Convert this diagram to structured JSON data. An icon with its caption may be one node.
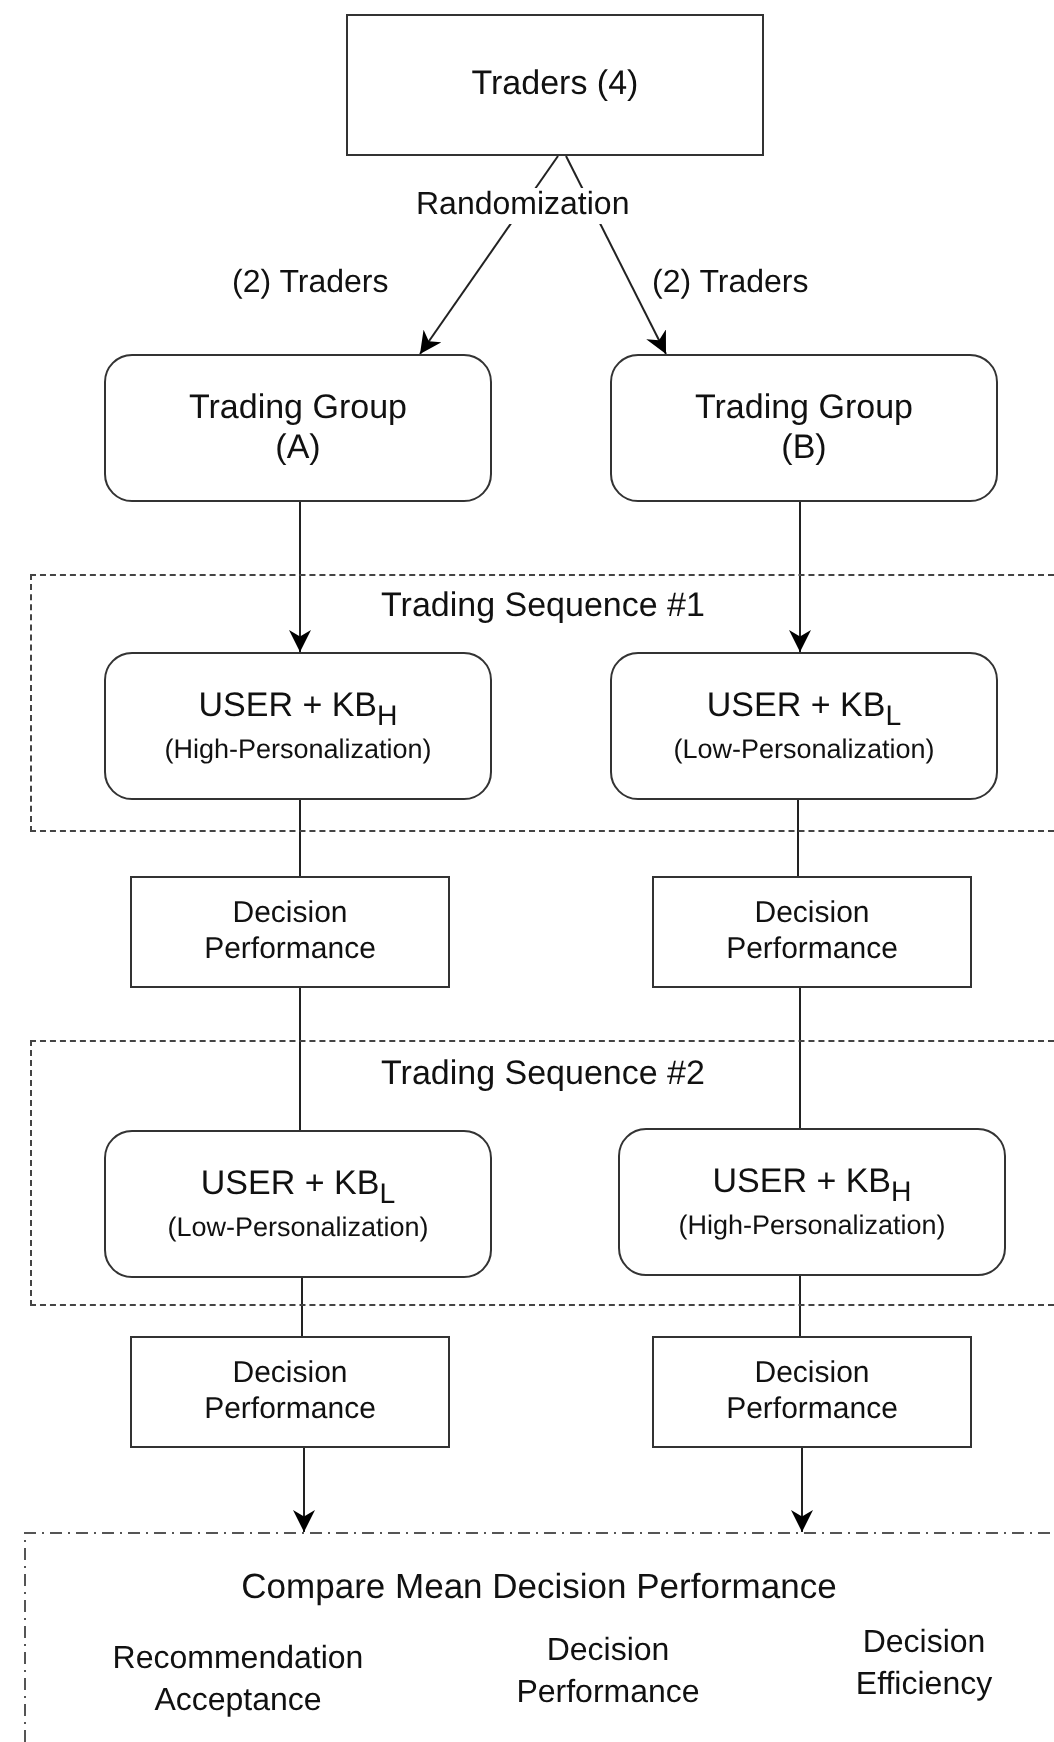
{
  "diagram": {
    "nodes": [
      {
        "text": [
          "Traders (4)"
        ]
      },
      {
        "text": [
          "Trading Group (A)"
        ]
      },
      {
        "text": [
          "Trading Group (B)"
        ]
      },
      {
        "text": [
          "Trading Sequence #1"
        ]
      },
      {
        "text": [
          "USER + KB$_{H}$",
          "(High-Personalization)"
        ],
        "in": 3
      },
      {
        "text": [
          "USER + KB$_{L}$",
          "(Low-Personalization)"
        ],
        "in": 3
      },
      {
        "text": [
          "Decision Performance"
        ]
      },
      {
        "text": [
          "Decision Performance"
        ]
      },
      {
        "text": [
          "Trading Sequence #2"
        ]
      },
      {
        "text": [
          "USER + KB$_{L}$",
          "(Low-Personalization)"
        ],
        "in": 8
      },
      {
        "text": [
          "USER + KB$_{H}$",
          "(High-Personalization)"
        ],
        "in": 8
      },
      {
        "text": [
          "Decision Performance"
        ]
      },
      {
        "text": [
          "Decision Performance"
        ]
      },
      {
        "text": [
          "Compare Mean Decision Performance",
          "Recommendation Acceptance",
          "Decision Performance",
          "Decision Efficiency"
        ]
      }
    ],
    "edges": [
      {
        "from": 0,
        "to": 1,
        "arrow": "to",
        "label": "(2) Traders"
      },
      {
        "from": 0,
        "to": 2,
        "arrow": "to",
        "label": "(2) Traders"
      },
      {
        "from": 1,
        "to": 4,
        "arrow": "to"
      },
      {
        "from": 2,
        "to": 5,
        "arrow": "to"
      },
      {
        "from": 4,
        "to": 6,
        "arrow": "none"
      },
      {
        "from": 5,
        "to": 7,
        "arrow": "none"
      },
      {
        "from": 6,
        "to": 9,
        "arrow": "none"
      },
      {
        "from": 7,
        "to": 10,
        "arrow": "none"
      },
      {
        "from": 9,
        "to": 11,
        "arrow": "none"
      },
      {
        "from": 10,
        "to": 12,
        "arrow": "none"
      },
      {
        "from": 11,
        "to": 13,
        "arrow": "to"
      },
      {
        "from": 12,
        "to": 13,
        "arrow": "to"
      }
    ],
    "labels": [
      "Randomization"
    ]
  }
}
